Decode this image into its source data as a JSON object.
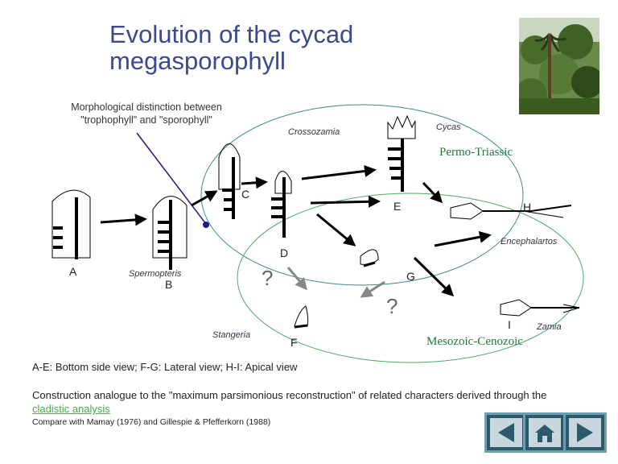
{
  "title": [
    "Evolution of the cycad",
    "megasporophyll"
  ],
  "subtitle": "Morphological distinction between \"trophophyll\" and \"sporophyll\"",
  "labels": {
    "A": "A",
    "B": "B",
    "C": "C",
    "D": "D",
    "E": "E",
    "F": "F",
    "G": "G",
    "H": "H",
    "I": "I"
  },
  "taxa": {
    "spermopteris": "Spermopteris",
    "crossozamia": "Crossozamia",
    "cycas": "Cycas",
    "encephalartos": "Encephalartos",
    "stangeria": "Stangeria",
    "zamia": "Zamia"
  },
  "eras": {
    "permo_triassic": "Permo-Triassic",
    "mesozoic_cenozoic": "Mesozoic-Cenozoic"
  },
  "question_mark": "?",
  "notes": {
    "views": "A-E: Bottom side view; F-G: Lateral view; H-I: Apical view",
    "construction_prefix": "Construction analogue to the \"maximum parsimonious reconstruction\" of related characters derived through the ",
    "construction_link": "cladistic analysis",
    "compare": "Compare with Mamay (1976) and Gillespie & Pfefferkorn  (1988)"
  },
  "colors": {
    "title": "#3a4a8c",
    "era": "#1e7a3a",
    "circle_upper": "#3a8a8c",
    "circle_lower": "#4caa6a",
    "pointer": "#1a1a8a",
    "nav": "#2d5a6a"
  },
  "nav": [
    "back-icon",
    "home-icon",
    "forward-icon"
  ]
}
